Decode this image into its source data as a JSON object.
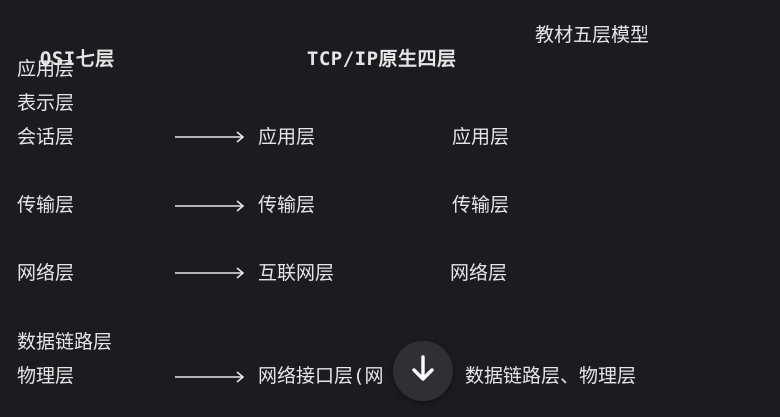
{
  "header": {
    "osi": "OSI七层",
    "tcpip": "TCP/IP原生四层",
    "textbook": "教材五层模型"
  },
  "osi_layers": {
    "application": "应用层",
    "presentation": "表示层",
    "session": "会话层",
    "transport": "传输层",
    "network": "网络层",
    "datalink": "数据链路层",
    "physical": "物理层"
  },
  "tcpip_layers": {
    "application": "应用层",
    "transport": "传输层",
    "internet": "互联网层",
    "link": "网络接口层(网"
  },
  "textbook_layers": {
    "application": "应用层",
    "transport": "传输层",
    "network": "网络层",
    "link_physical": "数据链路层、物理层"
  },
  "icons": {
    "arrow": "long-right-arrow-icon",
    "scroll": "arrow-down-icon"
  },
  "colors": {
    "background": "#1b1c20",
    "text": "#e6e6e6",
    "button": "#2f3036"
  }
}
